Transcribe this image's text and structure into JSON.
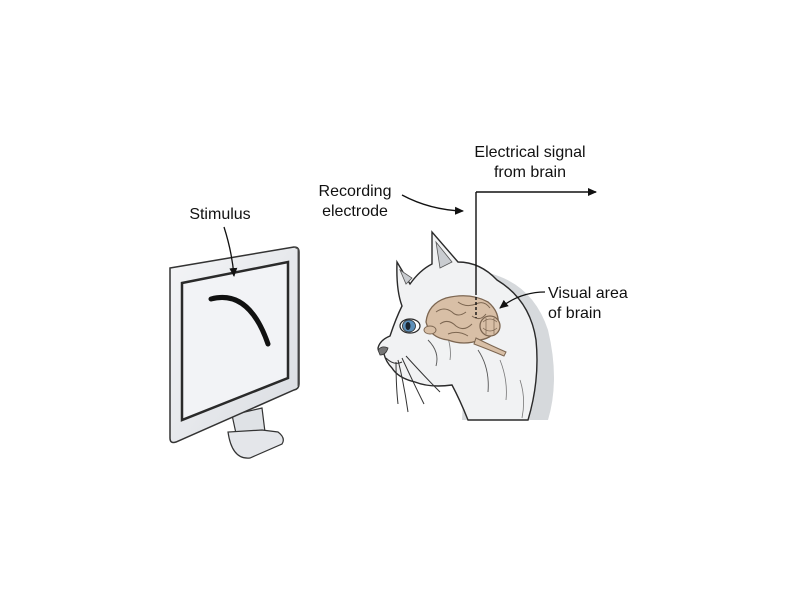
{
  "labels": {
    "stimulus": "Stimulus",
    "recording_electrode": [
      "Recording",
      "electrode"
    ],
    "electrical_signal": [
      "Electrical signal",
      "from brain"
    ],
    "visual_area": [
      "Visual area",
      "of brain"
    ]
  },
  "colors": {
    "ink": "#111111",
    "cat_fill": "#f1f2f3",
    "shadow": "#d6d9dc",
    "brain": "#d8bfa6",
    "brain_stroke": "#7c6651",
    "eye": "#5d8fb8",
    "monitor_frame": "#e8eaee",
    "screen": "#f2f3f6",
    "screen_border": "#2a2a2a"
  },
  "icons": {
    "monitor": "monitor-icon",
    "cat": "cat-head-icon",
    "brain": "brain-icon"
  }
}
